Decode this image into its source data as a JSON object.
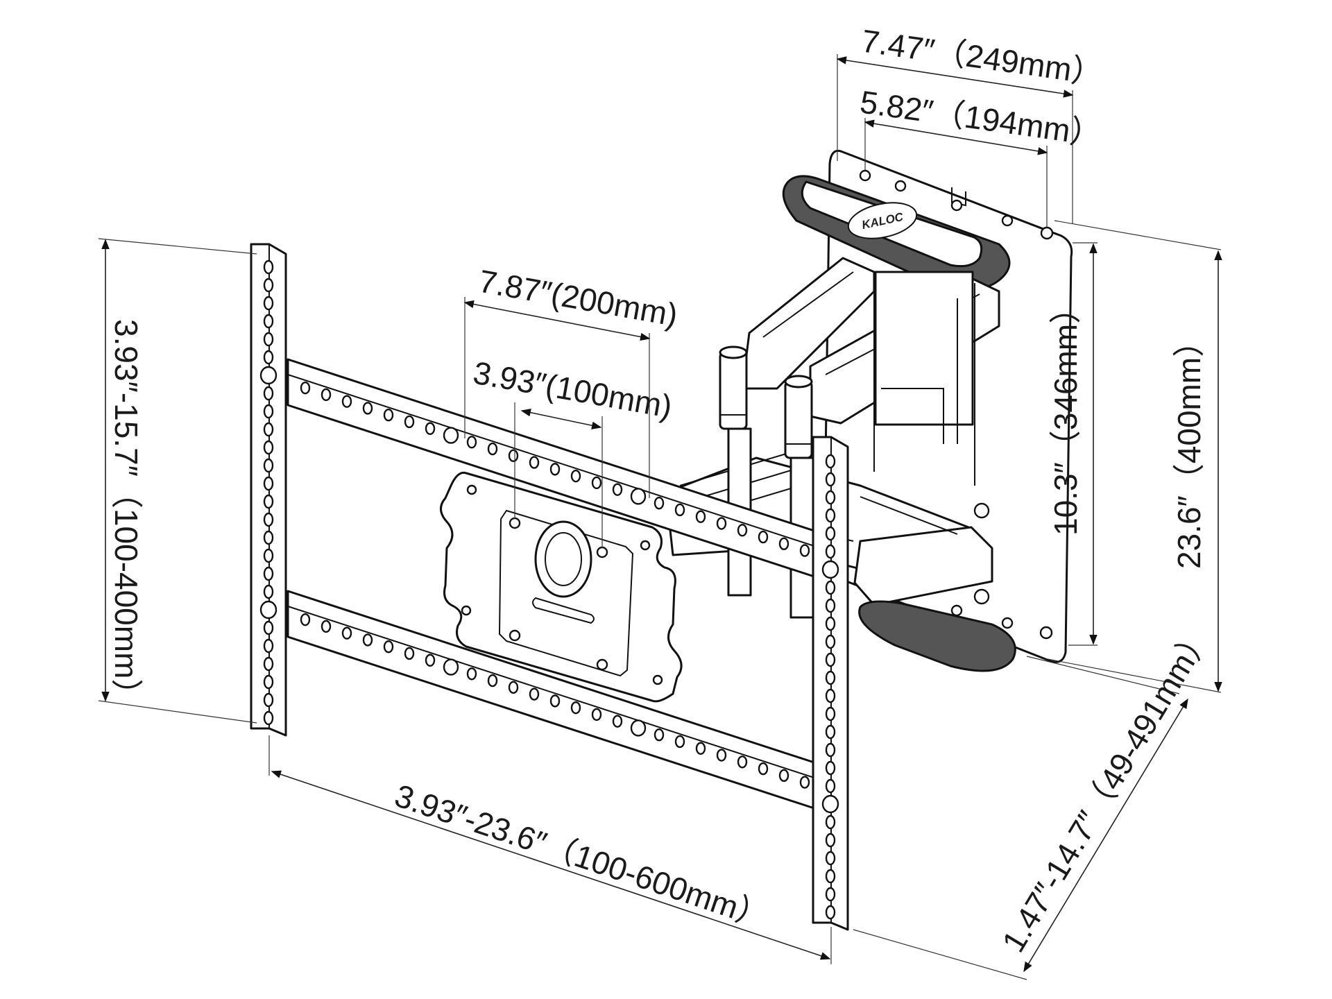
{
  "brand": {
    "logo": "KALOC"
  },
  "dimensions": {
    "wall_plate_width": "7.47″（249mm）",
    "wall_plate_hole_spacing": "5.82″（194mm）",
    "center_plate_width": "7.87″(200mm)",
    "center_plate_hole_spacing": "3.93″(100mm)",
    "vertical_rail_range": "3.93″-15.7″（100-400mm）",
    "horizontal_arm_range": "3.93″-23.6″（100-600mm）",
    "wall_plate_hole_height": "10.3″（346mm）",
    "total_height": "23.6″（400mm）",
    "extension_range": "1.47″-14.7″（49-491mm）"
  }
}
